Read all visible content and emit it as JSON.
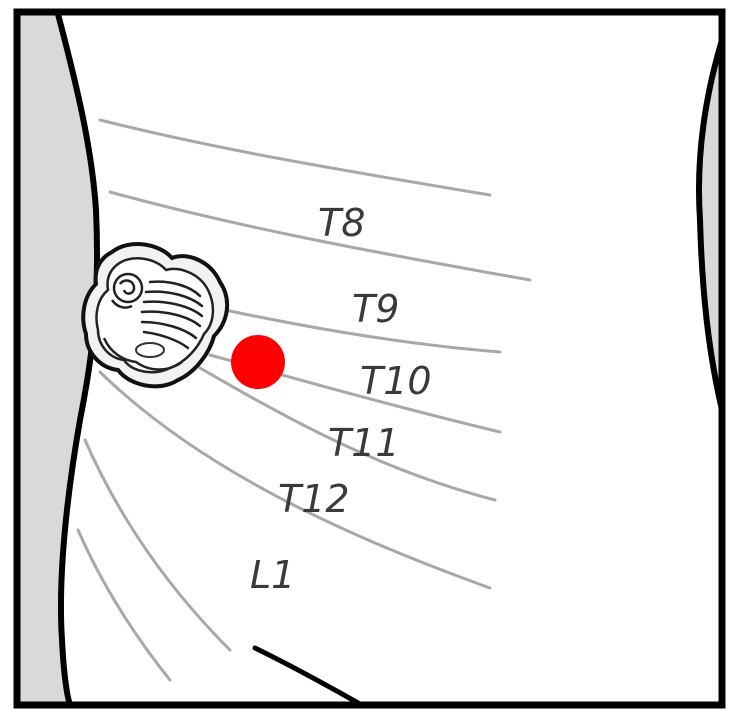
{
  "diagram": {
    "labels": {
      "t8": "T8",
      "t9": "T9",
      "t10": "T10",
      "t11": "T11",
      "t12": "T12",
      "l1": "L1"
    },
    "colors": {
      "background": "#ffffff",
      "frame": "#000000",
      "side_shading": "#d9d9d9",
      "contour_lines": "#a8a8a8",
      "marker": "#ff0000",
      "label_text": "#3a3a3a"
    },
    "icons": [
      "device-icon",
      "red-dot-marker"
    ]
  }
}
